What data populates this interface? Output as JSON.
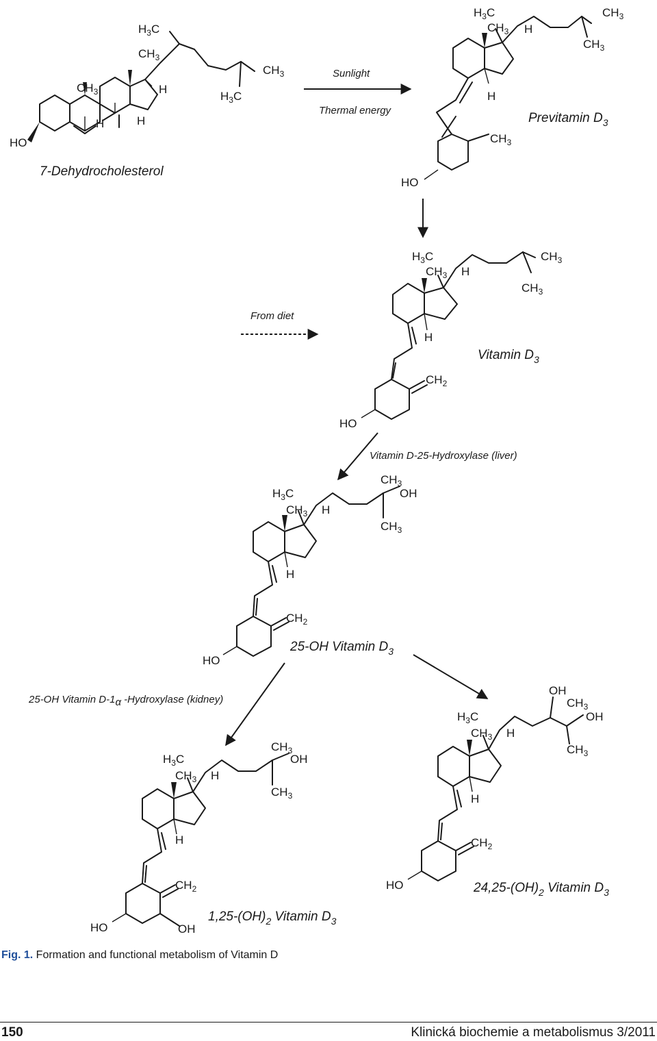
{
  "figure": {
    "compounds": {
      "dehydrocholesterol": "7-Dehydrocholesterol",
      "previtamin": {
        "name": "Previtamin D",
        "sub": "3"
      },
      "vitamin_d3": {
        "name": "Vitamin D",
        "sub": "3"
      },
      "oh25": {
        "name": "25-OH Vitamin D",
        "sub": "3"
      },
      "oh125": {
        "name_a": "1,25-(OH)",
        "sub_a": "2",
        "name_b": " Vitamin D",
        "sub_b": "3"
      },
      "oh2425": {
        "name_a": "24,25-(OH)",
        "sub_a": "2",
        "name_b": " Vitamin D",
        "sub_b": "3"
      }
    },
    "conditions": {
      "sunlight": "Sunlight",
      "thermal": "Thermal energy",
      "from_diet": "From diet",
      "hydroxylase_liver": "Vitamin D-25-Hydroxylase (liver)",
      "hydroxylase_kidney_a": "25-OH Vitamin D-1",
      "hydroxylase_kidney_alpha": "α",
      "hydroxylase_kidney_b": " -Hydroxylase (kidney)"
    },
    "atoms": {
      "HO": "HO",
      "OH": "OH",
      "H": "H",
      "CH": "CH",
      "H3C_a": "H",
      "C": "C",
      "sub3": "3",
      "sub2": "2"
    }
  },
  "caption": {
    "fig_label": "Fig. 1.",
    "text": " Formation and functional metabolism of Vitamin D"
  },
  "footer": {
    "page_number": "150",
    "journal": "Klinická biochemie a metabolismus 3/2011"
  }
}
